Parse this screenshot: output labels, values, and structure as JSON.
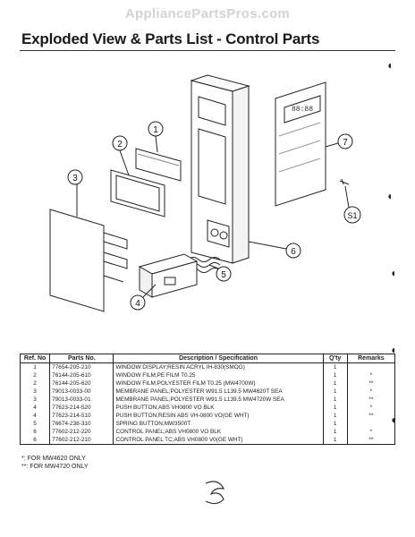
{
  "watermark": "AppliancePartsPros.com",
  "title": "Exploded View & Parts List - Control Parts",
  "callouts": [
    "1",
    "2",
    "3",
    "4",
    "5",
    "6",
    "7",
    "S1"
  ],
  "display_text": "88:88",
  "table": {
    "headers": [
      "Ref. No",
      "Parts No.",
      "Description / Specification",
      "Q'ty",
      "Remarks"
    ],
    "rows": [
      [
        "1",
        "77654-205-210",
        "WINDOW DISPLAY;RESIN ACRYL IH-830(SMOG)",
        "1",
        ""
      ],
      [
        "2",
        "76144-205-610",
        "WINDOW FILM;PE FILM T0.25",
        "1",
        "*"
      ],
      [
        "2",
        "76144-205-620",
        "WINDOW FILM;POLYESTER FILM T0.25 (MW4700W)",
        "1",
        "**"
      ],
      [
        "3",
        "79013-0033-00",
        "MEMBRANE PANEL;POLYESTER W91.5 L139.5 MW4620T SEA",
        "1",
        "*"
      ],
      [
        "3",
        "79013-0033-01",
        "MEMBRANE PANEL;POLYESTER W91.5 L139.5 MW4720W SEA",
        "1",
        "**"
      ],
      [
        "4",
        "77623-214-520",
        "PUSH BUTTON;ABS VH0800 VO BLK",
        "1",
        "*"
      ],
      [
        "4",
        "77623-214-510",
        "PUSH BUTTON;RESIN ABS VH-0800 VO(GE WHT)",
        "1",
        "**"
      ],
      [
        "5",
        "76674-238-310",
        "SPRING BUTTON;MW3500T",
        "1",
        ""
      ],
      [
        "6",
        "77602-212-220",
        "CONTROL PANEL;ABS VH0800 VO BLK",
        "1",
        "*"
      ],
      [
        "6",
        "77602-212-210",
        "CONTROL PANEL TC;ABS VH0800 V0(GE WHT)",
        "1",
        "**"
      ]
    ]
  },
  "footnotes": [
    "*: FOR MW4620 ONLY",
    "**: FOR MW4720 ONLY"
  ],
  "signature_text": "E"
}
